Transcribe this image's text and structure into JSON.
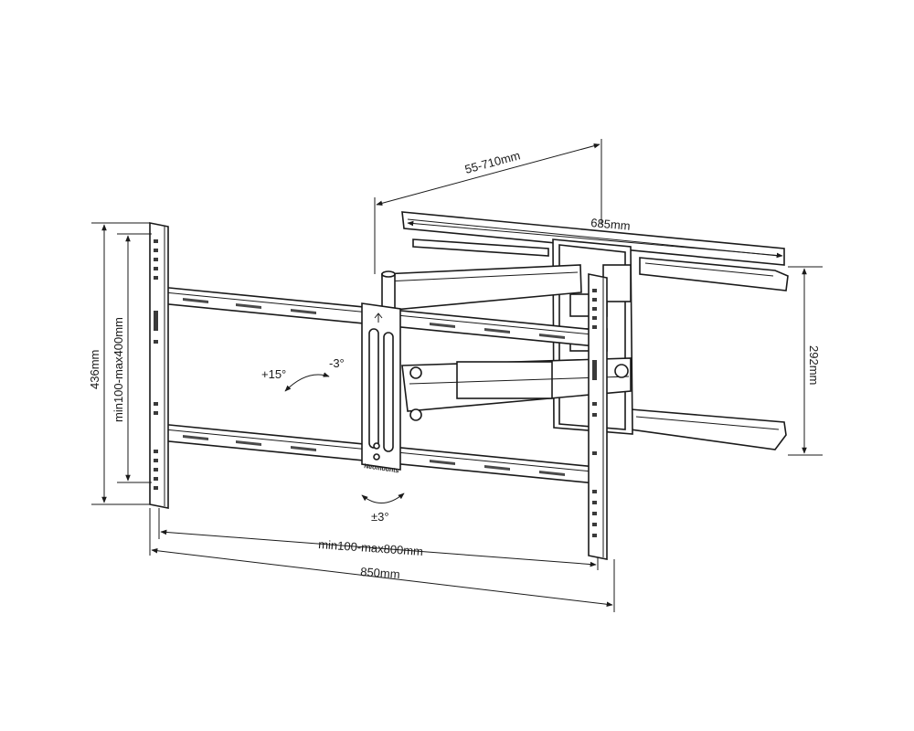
{
  "dimensions": {
    "depth_range": "55-710mm",
    "wall_plate_width": "685mm",
    "wall_plate_height": "292mm",
    "overall_height": "436mm",
    "vesa_vertical": "min100-max400mm",
    "vesa_horizontal": "min100-max800mm",
    "overall_width": "850mm"
  },
  "angles": {
    "tilt_up": "+15°",
    "tilt_down": "-3°",
    "rotation": "±3°"
  },
  "brand": "Neomounts"
}
